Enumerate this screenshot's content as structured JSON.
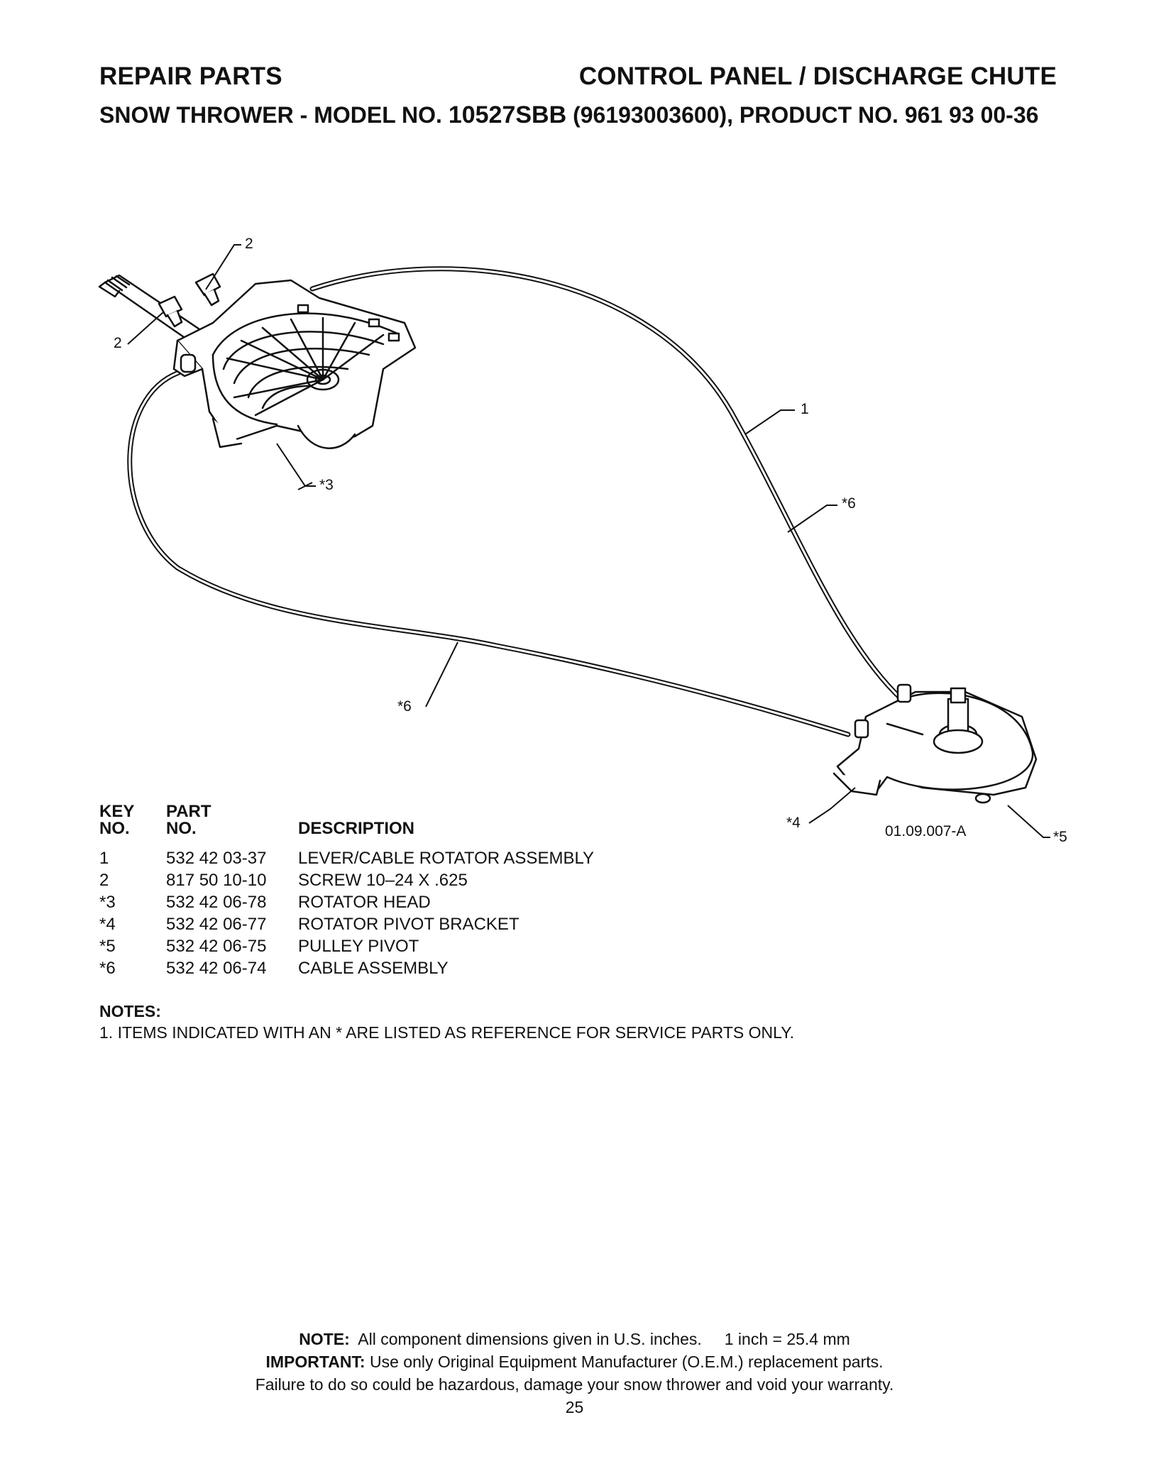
{
  "header": {
    "left": "REPAIR PARTS",
    "right": "CONTROL PANEL / DISCHARGE CHUTE",
    "sub_pre": "SNOW THROWER - MODEL NO. ",
    "sub_model": "10527SBB",
    "sub_post": " (96193003600), PRODUCT NO. 961 93 00-36"
  },
  "diagram": {
    "callouts": {
      "c2_top": "2",
      "c2_left": "2",
      "c1": "1",
      "c3": "*3",
      "c6_right": "*6",
      "c6_left": "*6",
      "c4": "*4",
      "c5": "*5"
    },
    "drawing_id": "01.09.007-A"
  },
  "table": {
    "headers": {
      "key_line1": "KEY",
      "key_line2": "NO.",
      "part_line1": "PART",
      "part_line2": "NO.",
      "desc": "DESCRIPTION"
    },
    "rows": [
      {
        "key": "1",
        "part": "532 42 03-37",
        "desc": "LEVER/CABLE ROTATOR ASSEMBLY"
      },
      {
        "key": "2",
        "part": "817 50 10-10",
        "desc": "SCREW 10–24 X .625"
      },
      {
        "key": "*3",
        "part": "532 42 06-78",
        "desc": "ROTATOR HEAD"
      },
      {
        "key": "*4",
        "part": "532 42 06-77",
        "desc": "ROTATOR PIVOT BRACKET"
      },
      {
        "key": "*5",
        "part": "532 42 06-75",
        "desc": "PULLEY PIVOT"
      },
      {
        "key": "*6",
        "part": "532 42 06-74",
        "desc": "CABLE ASSEMBLY"
      }
    ]
  },
  "notes": {
    "title": "NOTES:",
    "items": [
      "1. ITEMS INDICATED WITH AN * ARE LISTED AS REFERENCE FOR SERVICE PARTS ONLY."
    ]
  },
  "footer": {
    "note_label": "NOTE:",
    "note_text": "  All component dimensions given in U.S. inches.     1 inch = 25.4 mm",
    "important_label": "IMPORTANT:",
    "important_text": " Use only Original Equipment Manufacturer (O.E.M.) replacement parts.",
    "warning": "Failure to do so could be hazardous, damage your snow thrower and void your warranty.",
    "page_number": "25"
  }
}
